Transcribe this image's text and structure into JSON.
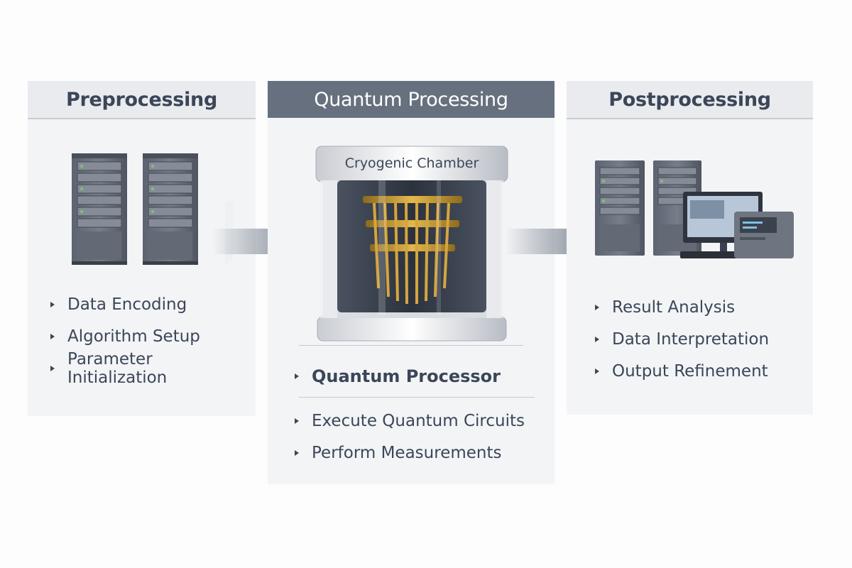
{
  "panels": {
    "preprocessing": {
      "title": "Preprocessing",
      "items": [
        "Data Encoding",
        "Algorithm Setup",
        "Parameter Initialization"
      ]
    },
    "quantum": {
      "title": "Quantum Processing",
      "chamber_label": "Cryogenic Chamber",
      "processor_label": "Quantum Processor",
      "items": [
        "Execute Quantum Circuits",
        "Perform Measurements"
      ]
    },
    "postprocessing": {
      "title": "Postprocessing",
      "items": [
        "Result Analysis",
        "Data Interpretation",
        "Output Refinement"
      ]
    }
  },
  "colors": {
    "header_dark": "#66707f",
    "header_light": "#e9ebee",
    "text": "#3b4658",
    "panel_bg": "#f3f4f6"
  }
}
